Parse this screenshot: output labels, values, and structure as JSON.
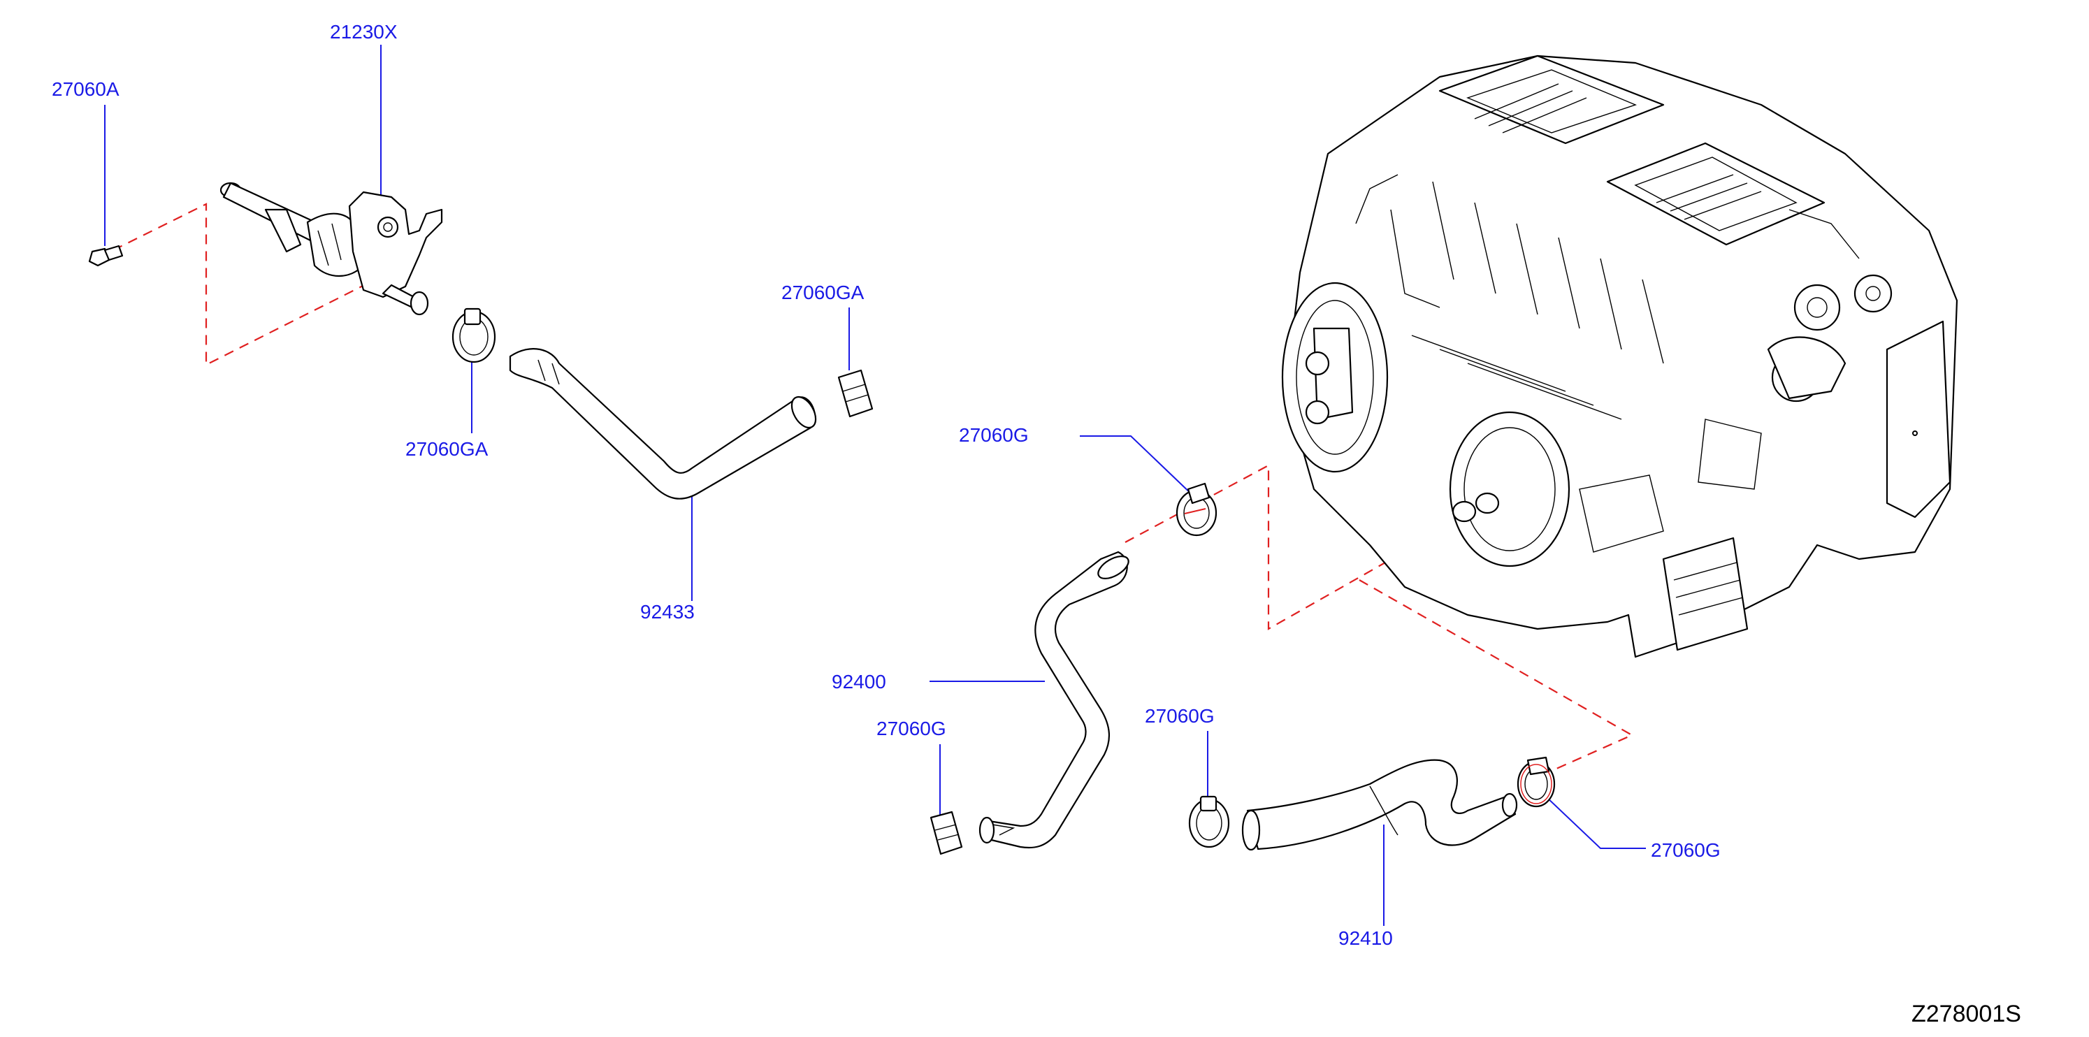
{
  "figure_code": "Z278001S",
  "parts": [
    {
      "id": "valve",
      "label": "21230X"
    },
    {
      "id": "bolt",
      "label": "27060A"
    },
    {
      "id": "clamp-a",
      "label": "27060GA"
    },
    {
      "id": "clamp-b",
      "label": "27060GA"
    },
    {
      "id": "hose-upper",
      "label": "92433"
    },
    {
      "id": "clamp-c",
      "label": "27060G"
    },
    {
      "id": "hose-middle",
      "label": "92400"
    },
    {
      "id": "clamp-d",
      "label": "27060G"
    },
    {
      "id": "clamp-e",
      "label": "27060G"
    },
    {
      "id": "hose-lower",
      "label": "92410"
    },
    {
      "id": "clamp-f",
      "label": "27060G"
    }
  ]
}
